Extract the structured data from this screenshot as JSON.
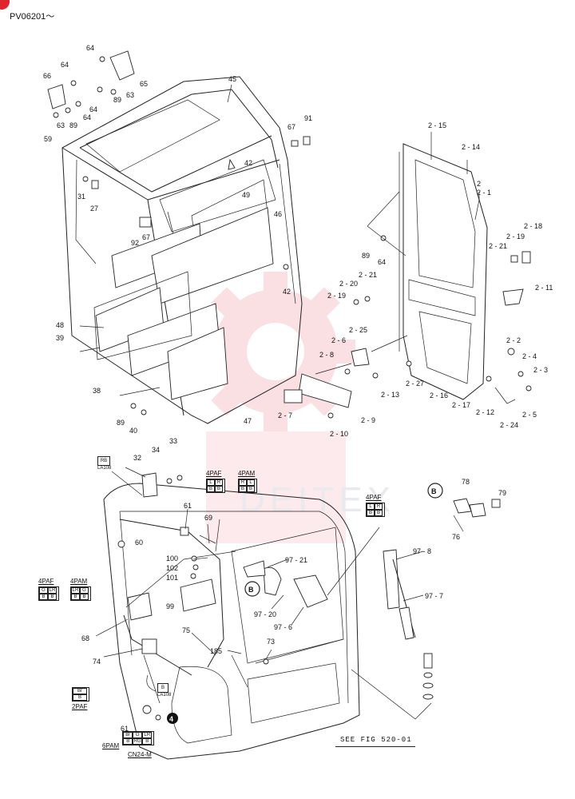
{
  "header": {
    "model_code": "PV06201～"
  },
  "watermark": {
    "text": "DEITEX",
    "color": "#f6c8cc"
  },
  "colors": {
    "ink": "#222222",
    "badge": "#e0242e"
  },
  "part_labels": {
    "p45": "45",
    "p64a": "64",
    "p64b": "64",
    "p64c": "64",
    "p64d": "64",
    "p64e": "64",
    "p65": "65",
    "p66": "66",
    "p63a": "63",
    "p63b": "63",
    "p89a": "89",
    "p89b": "89",
    "p59": "59",
    "p91": "91",
    "p67a": "67",
    "p67b": "67",
    "p42a": "42",
    "p42b": "42",
    "p31": "31",
    "p27": "27",
    "p49": "49",
    "p92": "92",
    "p46": "46",
    "p48": "48",
    "p39": "39",
    "p38": "38",
    "p47": "47",
    "p89c": "89",
    "p40": "40",
    "p89d": "89",
    "d2_15": "2 - 15",
    "d2_14": "2 - 14",
    "d2": "2",
    "d2_1": "2 - 1",
    "d2_18": "2 - 18",
    "d2_19a": "2 - 19",
    "d2_21a": "2 - 21",
    "d2_21b": "2 - 21",
    "d2_20": "2 - 20",
    "d2_19b": "2 - 19",
    "d2_11": "2 - 11",
    "d2_25": "2 - 25",
    "d2_6": "2 - 6",
    "d2_8": "2 - 8",
    "d2_2": "2 - 2",
    "d2_4": "2 - 4",
    "d2_3": "2 - 3",
    "d2_13": "2 - 13",
    "d2_27": "2 - 27",
    "d2_16": "2 - 16",
    "d2_17": "2 - 17",
    "d2_12": "2 - 12",
    "d2_5": "2 - 5",
    "d2_24": "2 - 24",
    "d2_7": "2 - 7",
    "d2_9": "2 - 9",
    "d2_10": "2 - 10",
    "p33": "33",
    "p32": "32",
    "p34": "34",
    "p61a": "61",
    "p69": "69",
    "p60": "60",
    "p100": "100",
    "p102": "102",
    "p101": "101",
    "p99": "99",
    "p97_21": "97 - 21",
    "p97_20": "97 - 20",
    "p97_6": "97 - 6",
    "p97_8": "97 - 8",
    "p97_7": "97 - 7",
    "p78": "78",
    "p79": "79",
    "p76": "76",
    "p68": "68",
    "p74": "74",
    "p75": "75",
    "p185": "185",
    "p73": "73",
    "p61b": "61",
    "callout_b1": "B",
    "callout_b2": "B",
    "callout_4": "4"
  },
  "connectors": {
    "c_la108_top": {
      "code": "RB",
      "sub": "LA108"
    },
    "c_4paf_top": {
      "title": "4PAF",
      "cells": [
        "L",
        "R",
        "B",
        "B"
      ]
    },
    "c_4pam_top": {
      "title": "4PAM",
      "cells": [
        "R",
        "L",
        "B",
        "B"
      ]
    },
    "c_4paf_right": {
      "title": "4PAF",
      "cells": [
        "L",
        "R",
        "B",
        "B"
      ]
    },
    "c_4paf_left": {
      "title": "4PAF",
      "cells": [
        "G",
        "LR",
        "B",
        "B"
      ]
    },
    "c_4pam_left": {
      "title": "4PAM",
      "cells": [
        "LR",
        "G",
        "B",
        "B"
      ]
    },
    "c_2paf": {
      "title": "2PAF",
      "cells": [
        "Br",
        "B"
      ]
    },
    "c_la108_bottom": {
      "code": "B",
      "sub": "LA108"
    },
    "c_6pam": {
      "title": "6PAM",
      "cells": [
        "Br",
        "G",
        "LR",
        "B",
        "RG",
        "B"
      ]
    },
    "c_cn24": {
      "title": "CN24-M"
    }
  },
  "reference": {
    "see_fig": "SEE FIG 520-01"
  }
}
